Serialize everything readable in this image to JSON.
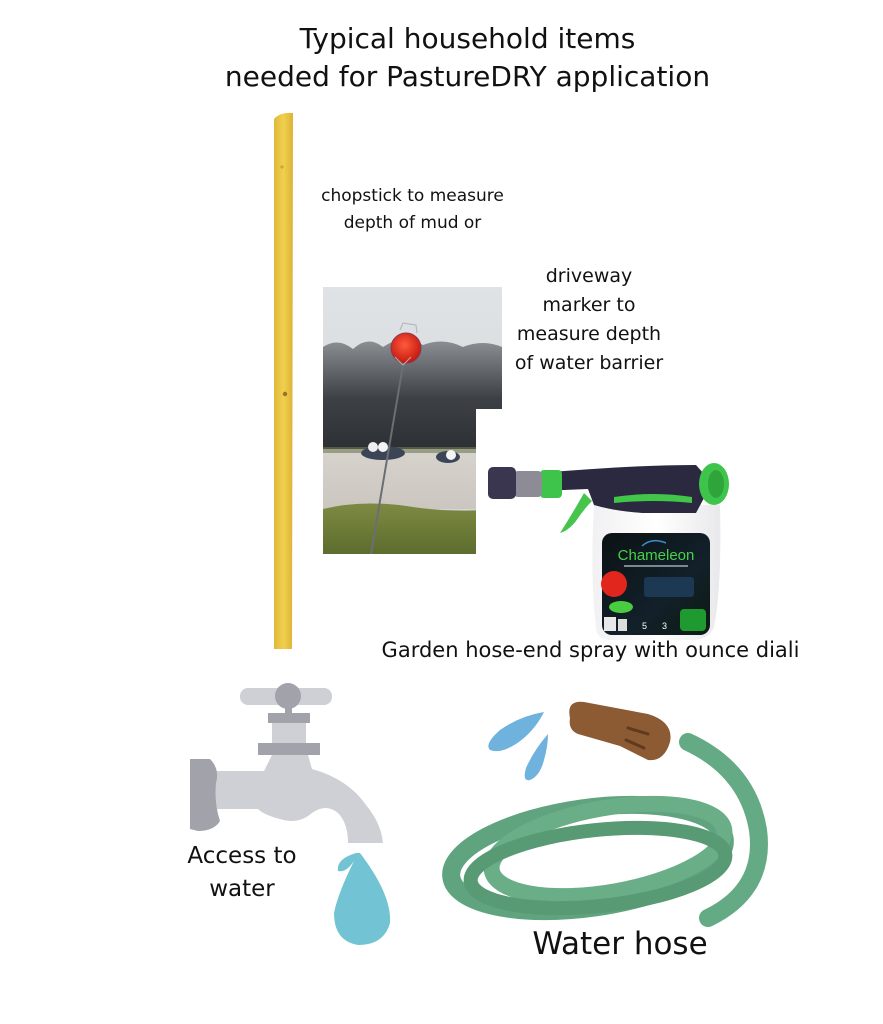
{
  "title": {
    "line1": "Typical household items",
    "line2": "needed for PastureDRY application"
  },
  "items": {
    "chopstick": {
      "label_line1": "chopstick to measure",
      "label_line2": "depth of mud or",
      "color": "#e8c53a"
    },
    "driveway_marker": {
      "label_line1": "driveway",
      "label_line2": "marker to",
      "label_line3": "measure depth",
      "label_line4": "of water barrier",
      "reflector_color": "#d8261b"
    },
    "sprayer": {
      "brand": "Chameleon",
      "label": "Garden hose-end spray with ounce diali",
      "accent_color": "#3ec44a",
      "body_color": "#2b2940"
    },
    "faucet": {
      "label_line1": "Access to",
      "label_line2": "water",
      "metal_color": "#cfcfd6",
      "drop_color": "#72c4d4"
    },
    "hose": {
      "label": "Water hose",
      "hose_color": "#5fa47e",
      "nozzle_color": "#8c5a33",
      "splash_color": "#6fb2de"
    }
  }
}
